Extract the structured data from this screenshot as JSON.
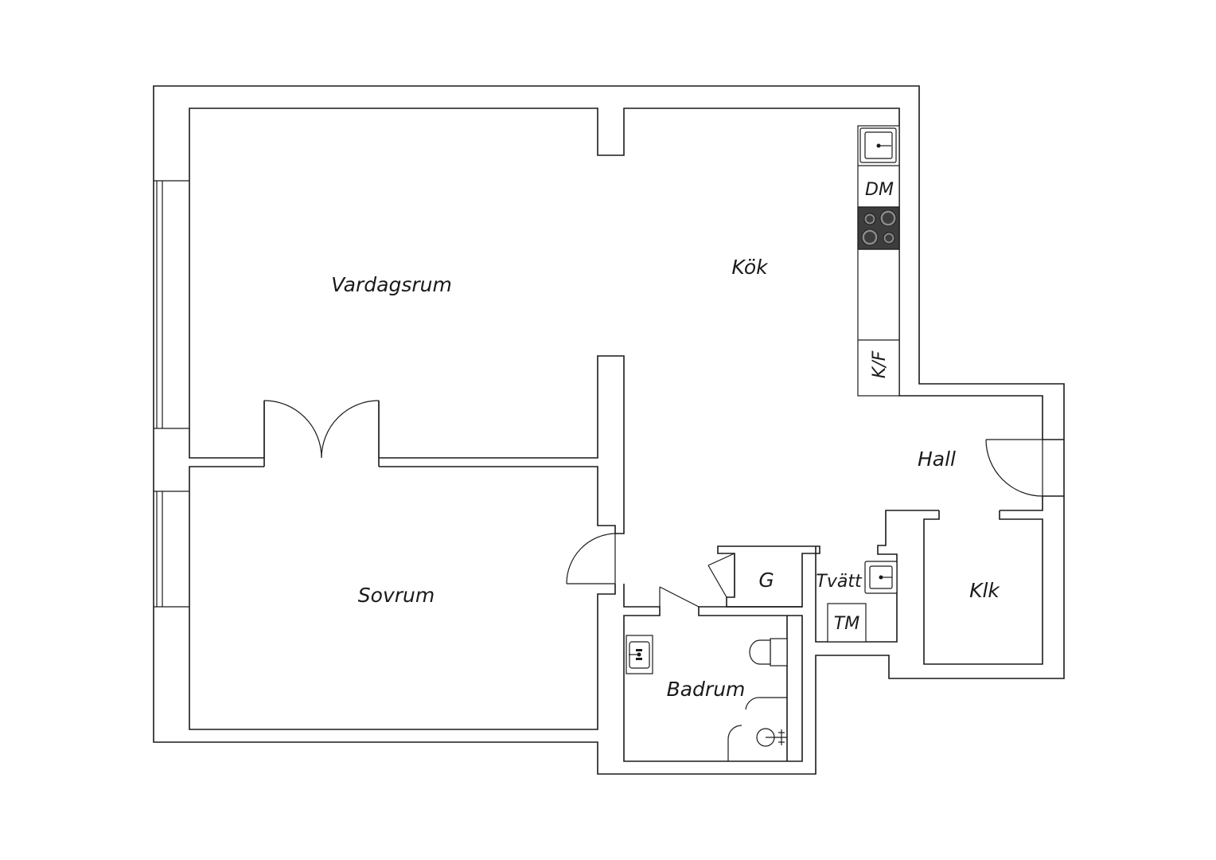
{
  "rooms": {
    "living_room": "Vardagsrum",
    "kitchen": "Kök",
    "bedroom": "Sovrum",
    "hall": "Hall",
    "closet": "Klk",
    "bathroom": "Badrum",
    "laundry": "Tvätt",
    "wardrobe": "G"
  },
  "appliances": {
    "dishwasher": "DM",
    "fridge_freezer": "K/F",
    "washing_machine": "TM"
  },
  "colors": {
    "line": "#1a1a1a",
    "background": "#ffffff",
    "stove": "#3d3d3d"
  }
}
